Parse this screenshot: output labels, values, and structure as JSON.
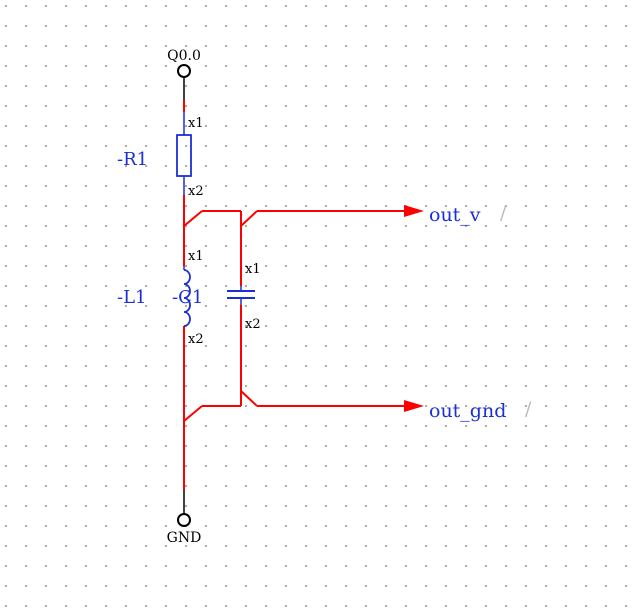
{
  "colors": {
    "wire": "#ff0000",
    "component": "#1a2fd6",
    "label": "#1a2fd6",
    "terminal": "#000000",
    "slash": "#b9b9b9"
  },
  "terminals": {
    "top": "Q0.0",
    "bottom": "GND"
  },
  "resistor": {
    "label": "-R1",
    "pin1": "x1",
    "pin2": "x2"
  },
  "inductor": {
    "label": "-L1",
    "pin1": "x1",
    "pin2": "x2"
  },
  "capacitor": {
    "label": "-C1",
    "pin1": "x1",
    "pin2": "x2"
  },
  "ports": {
    "out_v": "out_v",
    "out_gnd": "out_gnd",
    "slash": "/"
  }
}
